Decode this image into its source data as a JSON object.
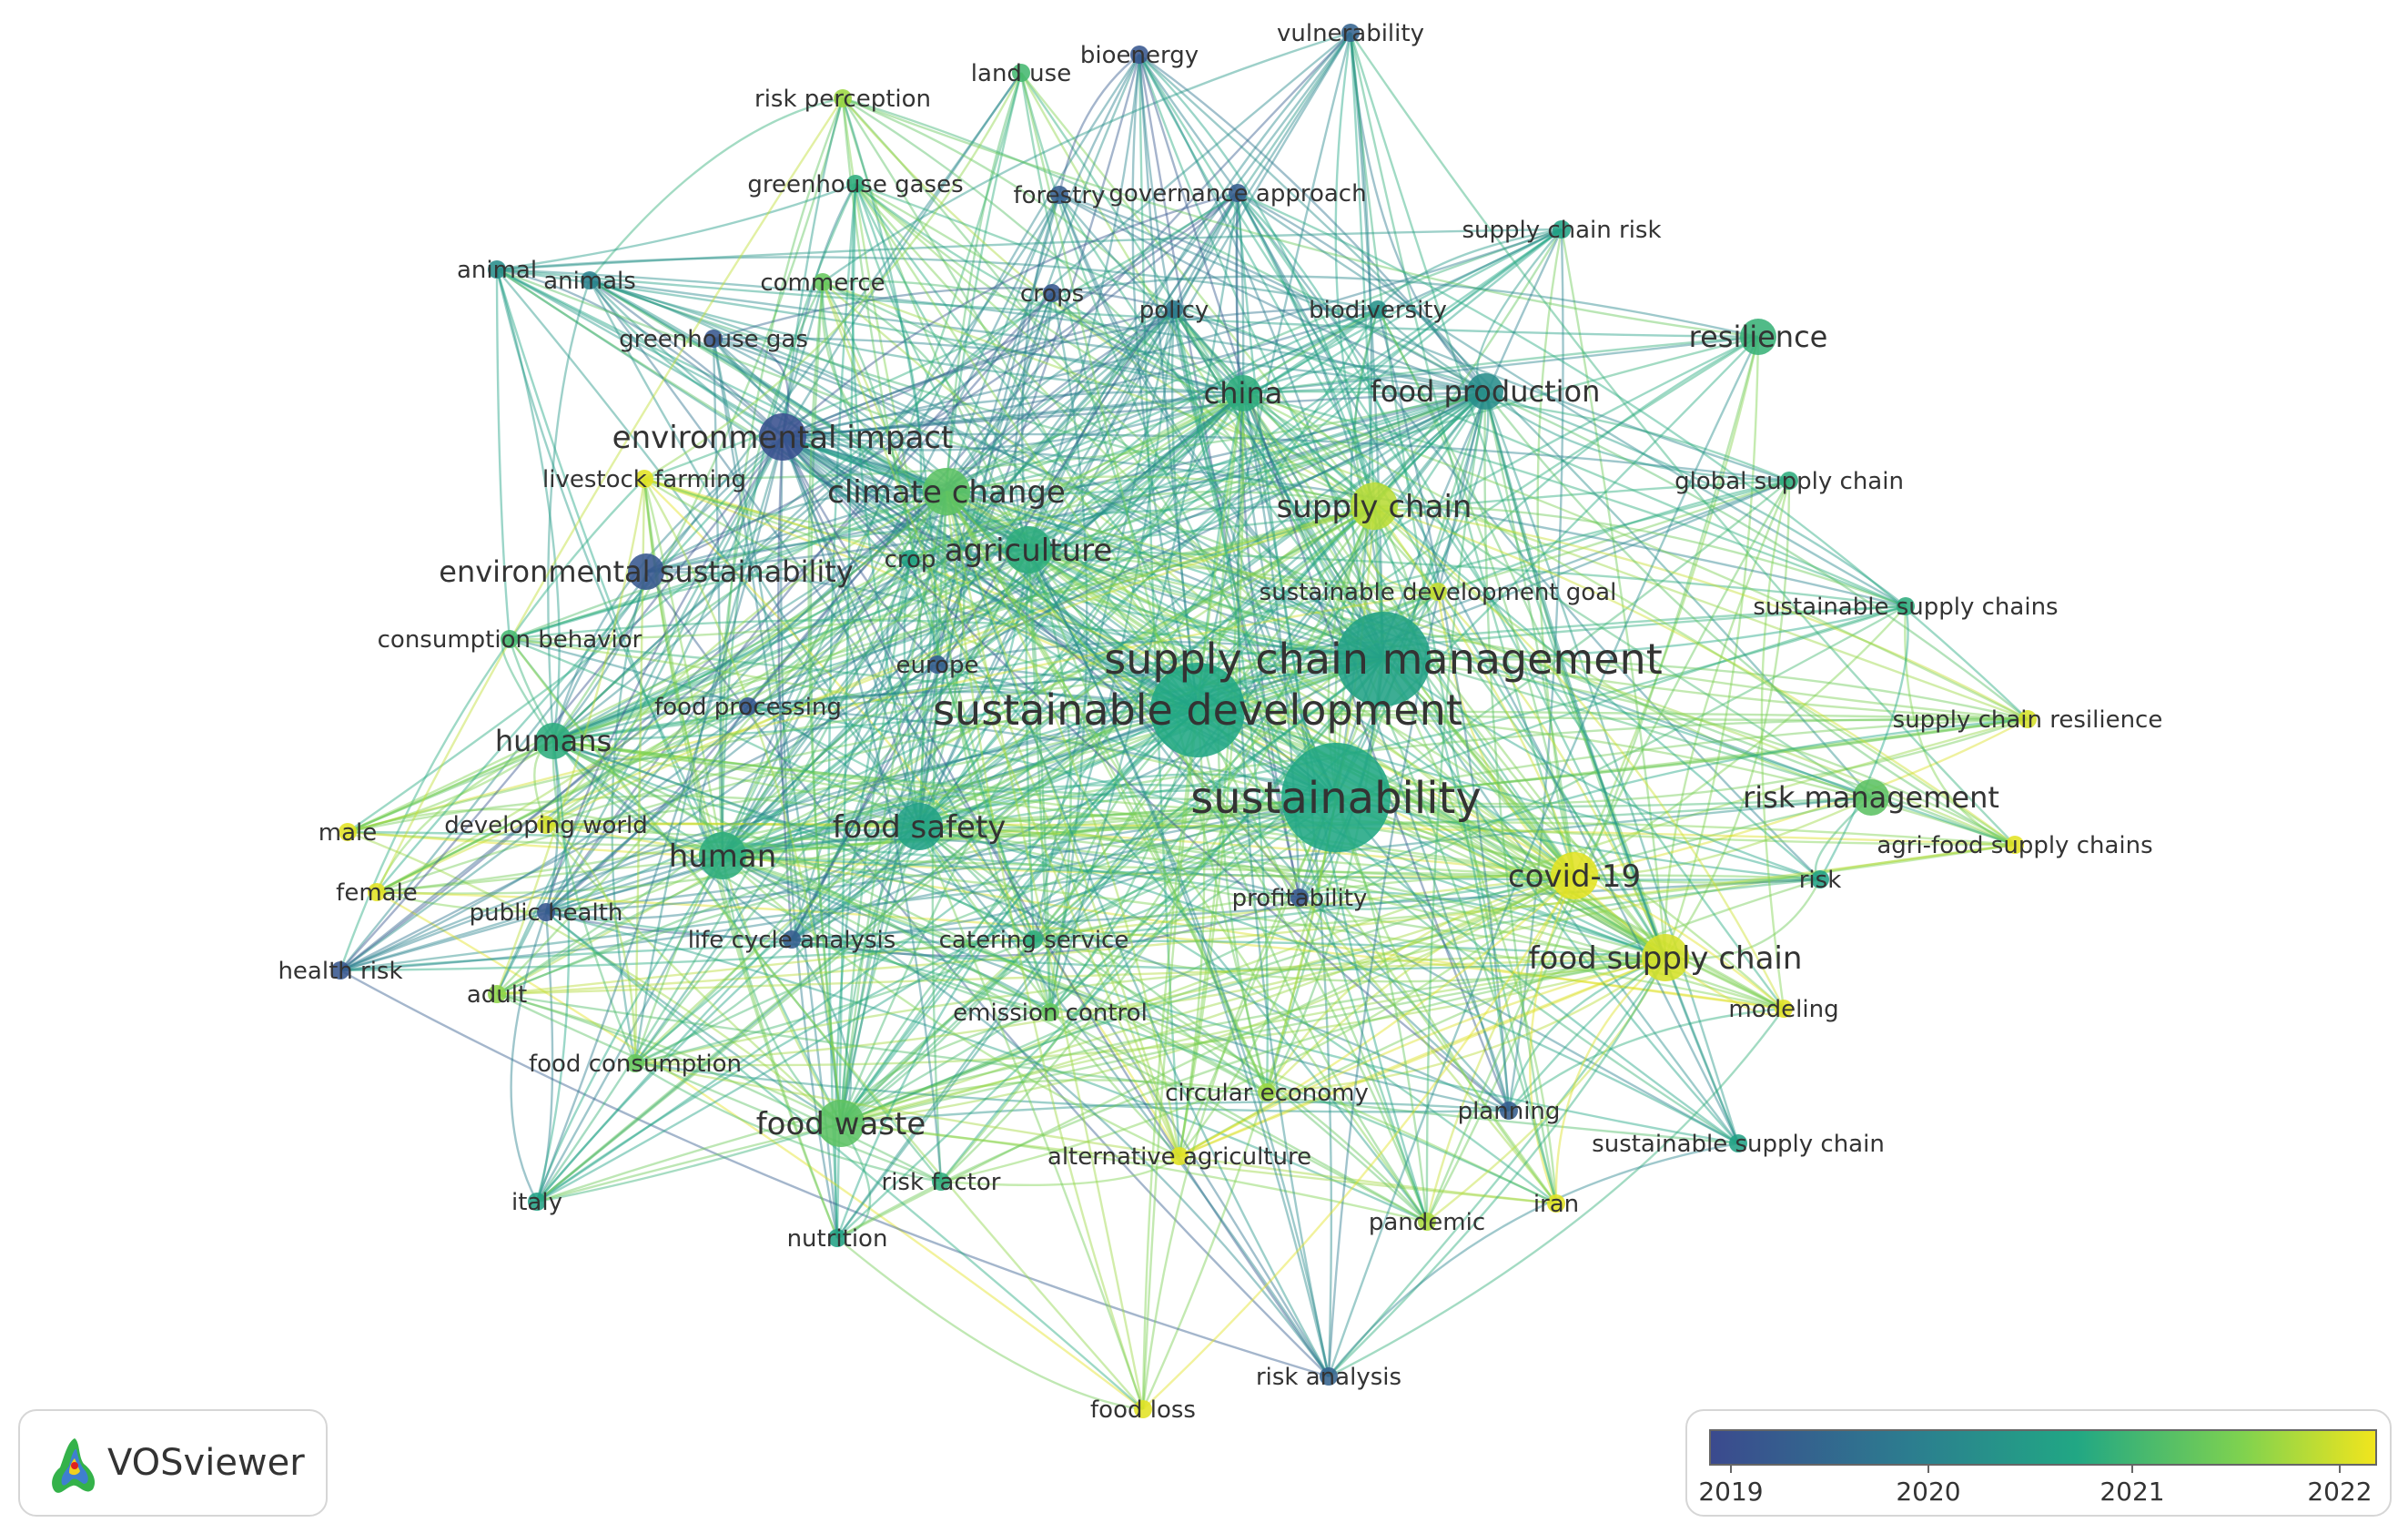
{
  "app": {
    "name": "VOSviewer"
  },
  "legend": {
    "ticks": [
      "2019",
      "2020",
      "2021",
      "2022"
    ],
    "colors": [
      "#3b4a8e",
      "#2c7d8f",
      "#21a784",
      "#7fd24f",
      "#f1e51d"
    ]
  },
  "nodes": [
    {
      "id": "n1",
      "label": "vulnerability",
      "year": 2019.3,
      "size": 1
    },
    {
      "id": "n2",
      "label": "land use",
      "year": 2020.8,
      "size": 1
    },
    {
      "id": "n3",
      "label": "risk perception",
      "year": 2021.5,
      "size": 1
    },
    {
      "id": "n4",
      "label": "bioenergy",
      "year": 2019.1,
      "size": 1
    },
    {
      "id": "n5",
      "label": "governance approach",
      "year": 2019.2,
      "size": 1
    },
    {
      "id": "n6",
      "label": "greenhouse gases",
      "year": 2020.6,
      "size": 1
    },
    {
      "id": "n7",
      "label": "forestry",
      "year": 2019.2,
      "size": 1
    },
    {
      "id": "n8",
      "label": "supply chain risk",
      "year": 2020.4,
      "size": 1
    },
    {
      "id": "n9",
      "label": "animal",
      "year": 2020.0,
      "size": 1
    },
    {
      "id": "n10",
      "label": "animals",
      "year": 2019.8,
      "size": 1
    },
    {
      "id": "n11",
      "label": "commerce",
      "year": 2021.1,
      "size": 1
    },
    {
      "id": "n12",
      "label": "crops",
      "year": 2019.1,
      "size": 1
    },
    {
      "id": "n13",
      "label": "policy",
      "year": 2019.6,
      "size": 1
    },
    {
      "id": "n14",
      "label": "biodiversity",
      "year": 2020.1,
      "size": 1
    },
    {
      "id": "n15",
      "label": "greenhouse gas",
      "year": 2019.1,
      "size": 1
    },
    {
      "id": "n16",
      "label": "resilience",
      "year": 2020.7,
      "size": 2
    },
    {
      "id": "n17",
      "label": "china",
      "year": 2020.6,
      "size": 2
    },
    {
      "id": "n18",
      "label": "food production",
      "year": 2020.0,
      "size": 2
    },
    {
      "id": "n19",
      "label": "environmental impact",
      "year": 2019.0,
      "size": 3
    },
    {
      "id": "n20",
      "label": "global supply chain",
      "year": 2020.6,
      "size": 1
    },
    {
      "id": "n21",
      "label": "livestock farming",
      "year": 2022.0,
      "size": 1
    },
    {
      "id": "n22",
      "label": "climate change",
      "year": 2021.0,
      "size": 3
    },
    {
      "id": "n23",
      "label": "supply chain",
      "year": 2021.7,
      "size": 3
    },
    {
      "id": "n24",
      "label": "agriculture",
      "year": 2020.6,
      "size": 3
    },
    {
      "id": "n25",
      "label": "environmental sustainability",
      "year": 2019.1,
      "size": 2
    },
    {
      "id": "n26",
      "label": "crop",
      "year": 2020.4,
      "size": 1
    },
    {
      "id": "n27",
      "label": "sustainable development goal",
      "year": 2021.8,
      "size": 1
    },
    {
      "id": "n28",
      "label": "sustainable supply chains",
      "year": 2020.6,
      "size": 1
    },
    {
      "id": "n29",
      "label": "consumption behavior",
      "year": 2020.8,
      "size": 1
    },
    {
      "id": "n30",
      "label": "supply chain management",
      "year": 2020.4,
      "size": 5
    },
    {
      "id": "n31",
      "label": "europe",
      "year": 2019.2,
      "size": 1
    },
    {
      "id": "n32",
      "label": "food processing",
      "year": 2019.1,
      "size": 1
    },
    {
      "id": "n33",
      "label": "sustainable development",
      "year": 2020.5,
      "size": 5
    },
    {
      "id": "n34",
      "label": "supply chain resilience",
      "year": 2021.9,
      "size": 1
    },
    {
      "id": "n35",
      "label": "humans",
      "year": 2020.6,
      "size": 2
    },
    {
      "id": "n36",
      "label": "sustainability",
      "year": 2020.5,
      "size": 6
    },
    {
      "id": "n37",
      "label": "risk management",
      "year": 2021.0,
      "size": 2
    },
    {
      "id": "n38",
      "label": "male",
      "year": 2022.0,
      "size": 1
    },
    {
      "id": "n39",
      "label": "developing world",
      "year": 2021.9,
      "size": 1
    },
    {
      "id": "n40",
      "label": "food safety",
      "year": 2020.4,
      "size": 3
    },
    {
      "id": "n41",
      "label": "agri-food supply chains",
      "year": 2022.0,
      "size": 1
    },
    {
      "id": "n42",
      "label": "human",
      "year": 2020.6,
      "size": 3
    },
    {
      "id": "n43",
      "label": "covid-19",
      "year": 2022.0,
      "size": 3
    },
    {
      "id": "n44",
      "label": "female",
      "year": 2022.0,
      "size": 1
    },
    {
      "id": "n45",
      "label": "profitability",
      "year": 2019.1,
      "size": 1
    },
    {
      "id": "n46",
      "label": "risk",
      "year": 2020.4,
      "size": 1
    },
    {
      "id": "n47",
      "label": "public health",
      "year": 2019.1,
      "size": 1
    },
    {
      "id": "n48",
      "label": "life cycle analysis",
      "year": 2019.2,
      "size": 1
    },
    {
      "id": "n49",
      "label": "catering service",
      "year": 2020.6,
      "size": 1
    },
    {
      "id": "n50",
      "label": "food supply chain",
      "year": 2021.9,
      "size": 3
    },
    {
      "id": "n51",
      "label": "health risk",
      "year": 2019.1,
      "size": 1
    },
    {
      "id": "n52",
      "label": "adult",
      "year": 2021.4,
      "size": 1
    },
    {
      "id": "n53",
      "label": "emission control",
      "year": 2021.1,
      "size": 1
    },
    {
      "id": "n54",
      "label": "modeling",
      "year": 2022.0,
      "size": 1
    },
    {
      "id": "n55",
      "label": "food consumption",
      "year": 2021.1,
      "size": 1
    },
    {
      "id": "n56",
      "label": "circular economy",
      "year": 2021.5,
      "size": 1
    },
    {
      "id": "n57",
      "label": "planning",
      "year": 2019.2,
      "size": 1
    },
    {
      "id": "n58",
      "label": "food waste",
      "year": 2021.0,
      "size": 3
    },
    {
      "id": "n59",
      "label": "sustainable supply chain",
      "year": 2020.4,
      "size": 1
    },
    {
      "id": "n60",
      "label": "alternative agriculture",
      "year": 2022.0,
      "size": 1
    },
    {
      "id": "n61",
      "label": "risk factor",
      "year": 2020.6,
      "size": 1
    },
    {
      "id": "n62",
      "label": "italy",
      "year": 2020.4,
      "size": 1
    },
    {
      "id": "n63",
      "label": "iran",
      "year": 2022.0,
      "size": 1
    },
    {
      "id": "n64",
      "label": "pandemic",
      "year": 2021.6,
      "size": 1
    },
    {
      "id": "n65",
      "label": "nutrition",
      "year": 2020.4,
      "size": 1
    },
    {
      "id": "n66",
      "label": "risk analysis",
      "year": 2019.3,
      "size": 1
    },
    {
      "id": "n67",
      "label": "food loss",
      "year": 2022.0,
      "size": 1
    }
  ]
}
